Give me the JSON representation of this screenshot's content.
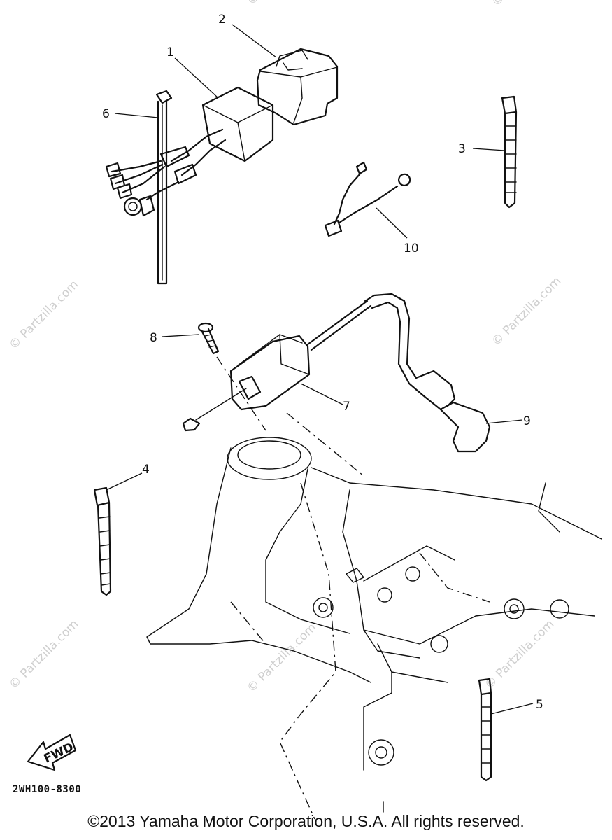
{
  "watermark": "© Partzilla.com",
  "callouts": [
    "1",
    "2",
    "3",
    "4",
    "5",
    "6",
    "7",
    "8",
    "9",
    "10"
  ],
  "fwd_label": "FWD",
  "diagram_code": "2WH100-8300",
  "copyright": "©2013  Yamaha Motor Corporation, U.S.A. All rights reserved."
}
